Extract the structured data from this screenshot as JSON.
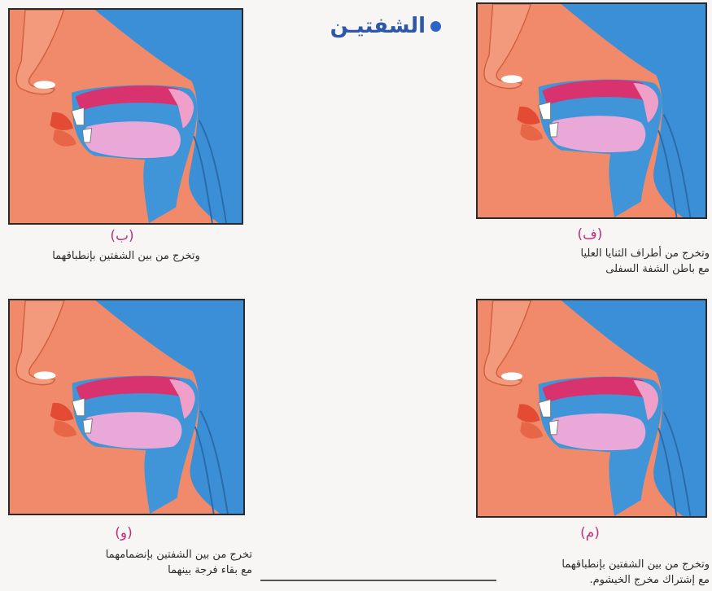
{
  "title": "الشفتيـن",
  "panels": [
    {
      "letter": "(ب)",
      "caption": [
        "وتخرج من بين الشفتين بإنطباقهما"
      ]
    },
    {
      "letter": "(ف)",
      "caption": [
        "وتخرج من أطراف الثنايا العليا",
        "مع باطن الشفة السفلى"
      ]
    },
    {
      "letter": "(و)",
      "caption": [
        "تخرج من بين الشفتين بإنضمامهما",
        "مع بقاء فرجة بينهما"
      ]
    },
    {
      "letter": "(م)",
      "caption": [
        "وتخرج من بين الشفتين بإنطباقهما",
        "مع إشتراك مخرج الخيشوم."
      ]
    }
  ],
  "colors": {
    "background_blue": "#3a8fd6",
    "skin": "#f08a6a",
    "palate": "#d8336f",
    "tongue": "#e9a8d8",
    "cavity": "#3f95d8",
    "accent_title": "#2e57a8",
    "letter": "#c0307a"
  }
}
